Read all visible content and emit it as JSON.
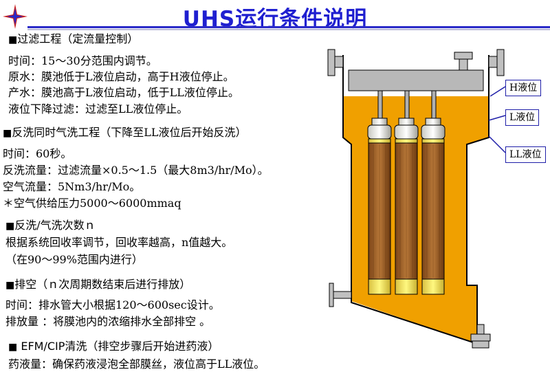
{
  "title": "UHS运行条件说明",
  "colors": {
    "title": "#1f1fd0",
    "water": "#f0a000",
    "callout_border": "#1e1ea8"
  },
  "sections": {
    "filtration": {
      "heading": "过滤工程（定流量控制）",
      "lines": [
        "时间：15～30分范围内调节。",
        "原水：膜池低于L液位启动，高于H液位停止。",
        "产水：膜池高于L液位启动，低于LL液位停止。",
        "液位下降过滤：过滤至LL液位停止。"
      ]
    },
    "backwash": {
      "heading": "反洗同时气洗工程（下降至LL液位后开始反洗）",
      "lines": [
        "时间：60秒。",
        "反洗流量：过滤流量×0.5～1.5（最大8m3/hr/Mo）。",
        "空气流量：5Nm3/hr/Mo。",
        "＊空气供给压力5000～6000mmaq"
      ]
    },
    "cycles": {
      "heading": "反洗/气洗次数ｎ",
      "lines": [
        "根据系统回收率调节，回收率越高，n值越大。",
        "（在90～99%范围内进行）"
      ]
    },
    "drain": {
      "heading": "排空（ｎ次周期数结束后进行排放）",
      "lines": [
        "时间：排水管大小根据120～600sec设计。",
        "排放量  ：将膜池内的浓缩排水全部排空  。"
      ]
    },
    "cip": {
      "heading": "EFM/CIP清洗（排空步骤后开始进药液）",
      "lines": [
        "药液量：确保药液浸泡全部膜丝，液位高于LL液位。"
      ]
    }
  },
  "diagram": {
    "labels": {
      "h": "H液位",
      "l": "L液位",
      "ll": "LL液位"
    }
  }
}
